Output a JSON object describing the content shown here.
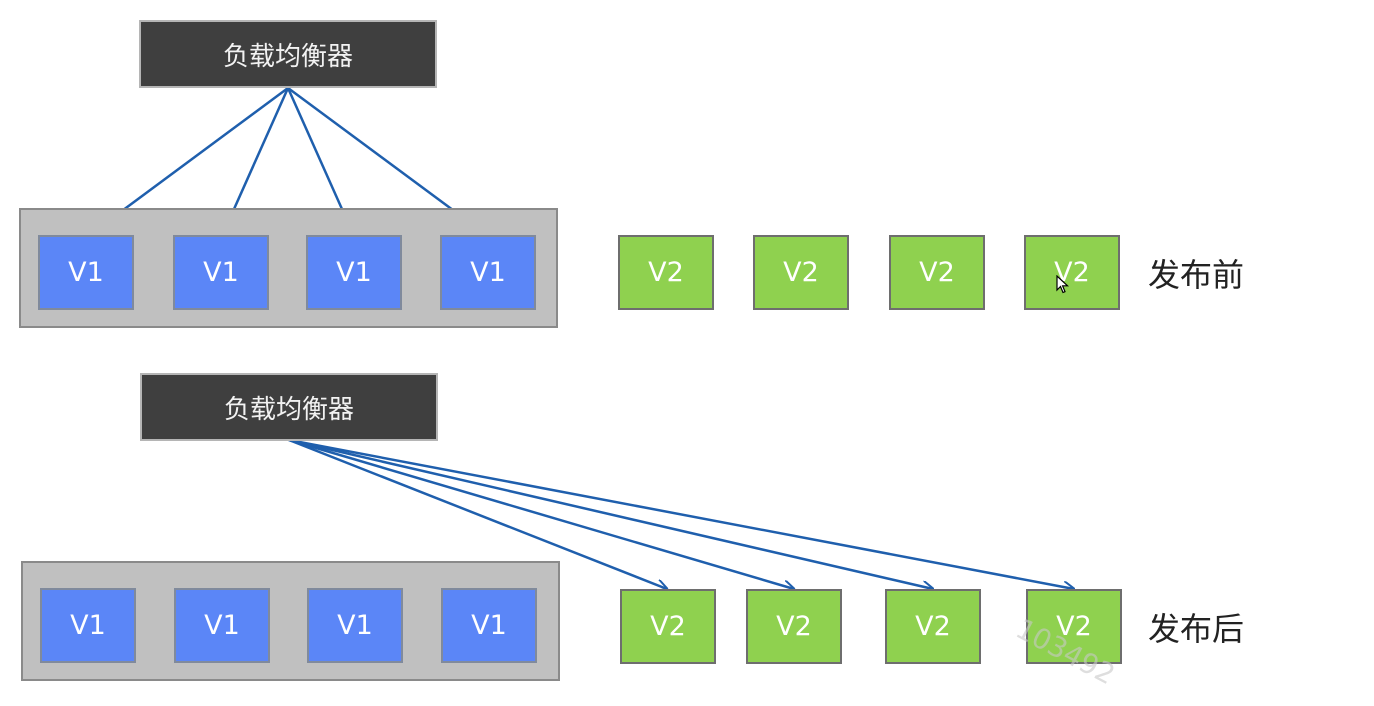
{
  "top": {
    "load_balancer": "负载均衡器",
    "v1_nodes": [
      "V1",
      "V1",
      "V1",
      "V1"
    ],
    "v2_nodes": [
      "V2",
      "V2",
      "V2",
      "V2"
    ],
    "stage_label": "发布前"
  },
  "bottom": {
    "load_balancer": "负载均衡器",
    "v1_nodes": [
      "V1",
      "V1",
      "V1",
      "V1"
    ],
    "v2_nodes": [
      "V2",
      "V2",
      "V2",
      "V2"
    ],
    "stage_label": "发布后"
  },
  "colors": {
    "load_balancer": "#3f3f3f",
    "v1": "#5b86f7",
    "v2": "#8fd14f",
    "group": "#c0c0c0",
    "arrow": "#1f5fad"
  },
  "watermark": "103492"
}
